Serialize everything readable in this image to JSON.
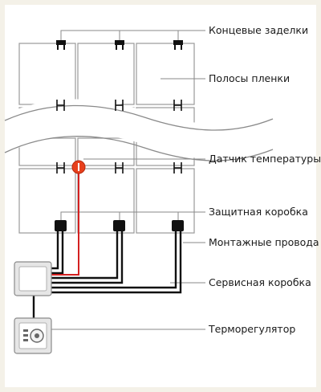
{
  "labels": {
    "end_caps": "Концевые заделки",
    "film_strips": "Полосы пленки",
    "temp_sensor": "Датчик температуры",
    "junction_box": "Защитная коробка",
    "mounting_wires": "Монтажные провода",
    "service_box": "Сервисная коробка",
    "thermostat": "Терморегулятор"
  },
  "colors": {
    "frame": "#f4f1e8",
    "panel_stroke": "#9a9a9a",
    "leader": "#8a8a8a",
    "wire": "#111111",
    "sensor_wire": "#d42020",
    "sensor": "#e8401c",
    "box_fill": "#e6e6e6"
  }
}
